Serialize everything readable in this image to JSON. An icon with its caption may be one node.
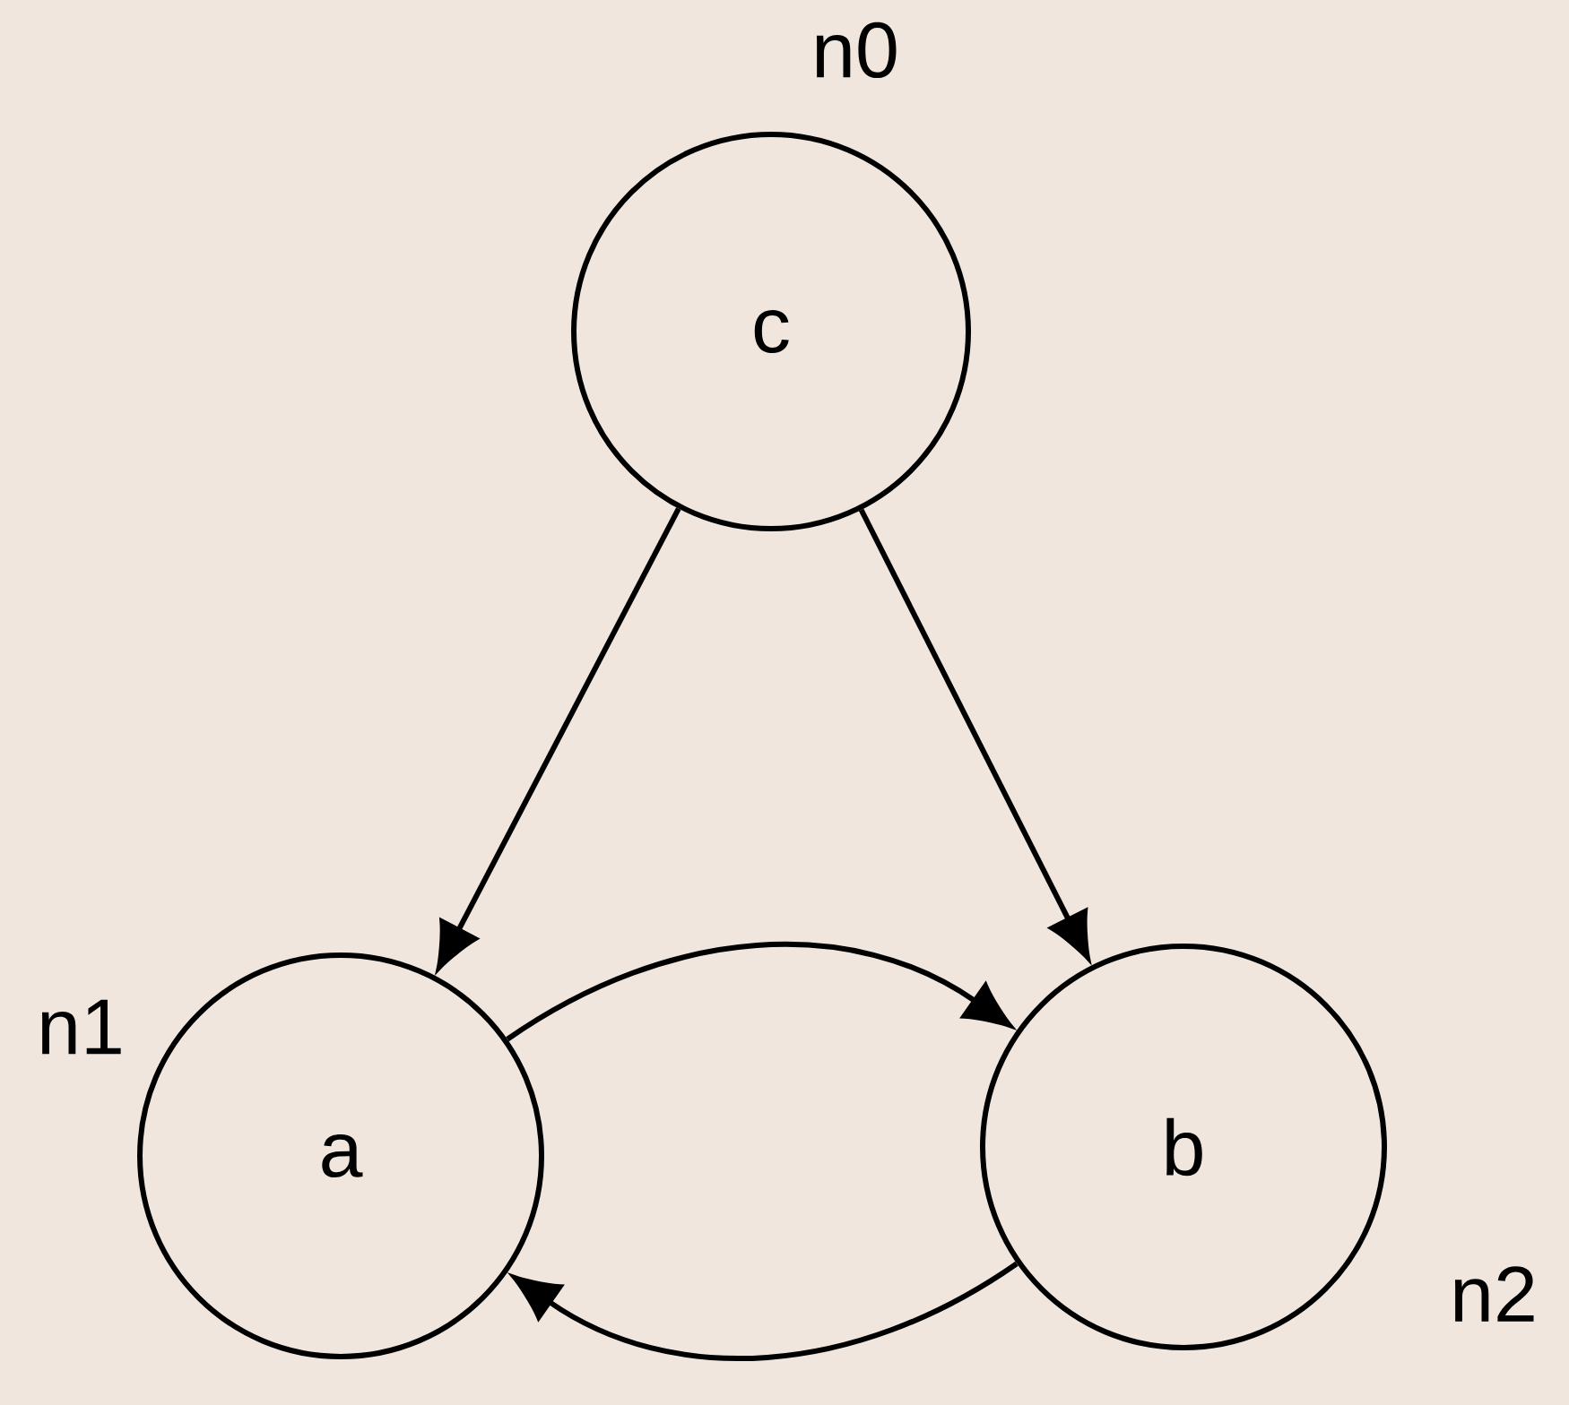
{
  "diagram": {
    "nodes": [
      {
        "text": [
          "c"
        ],
        "beside": [
          "n0"
        ]
      },
      {
        "text": [
          "a"
        ],
        "beside": [
          "n1"
        ]
      },
      {
        "text": [
          "b"
        ],
        "beside": [
          "n2"
        ]
      }
    ],
    "edges": [
      {
        "from": 0,
        "to": 1,
        "arrow": "to"
      },
      {
        "from": 0,
        "to": 2,
        "arrow": "to"
      },
      {
        "from": 1,
        "to": 2,
        "arrow": "to"
      },
      {
        "from": 2,
        "to": 1,
        "arrow": "to"
      }
    ]
  }
}
